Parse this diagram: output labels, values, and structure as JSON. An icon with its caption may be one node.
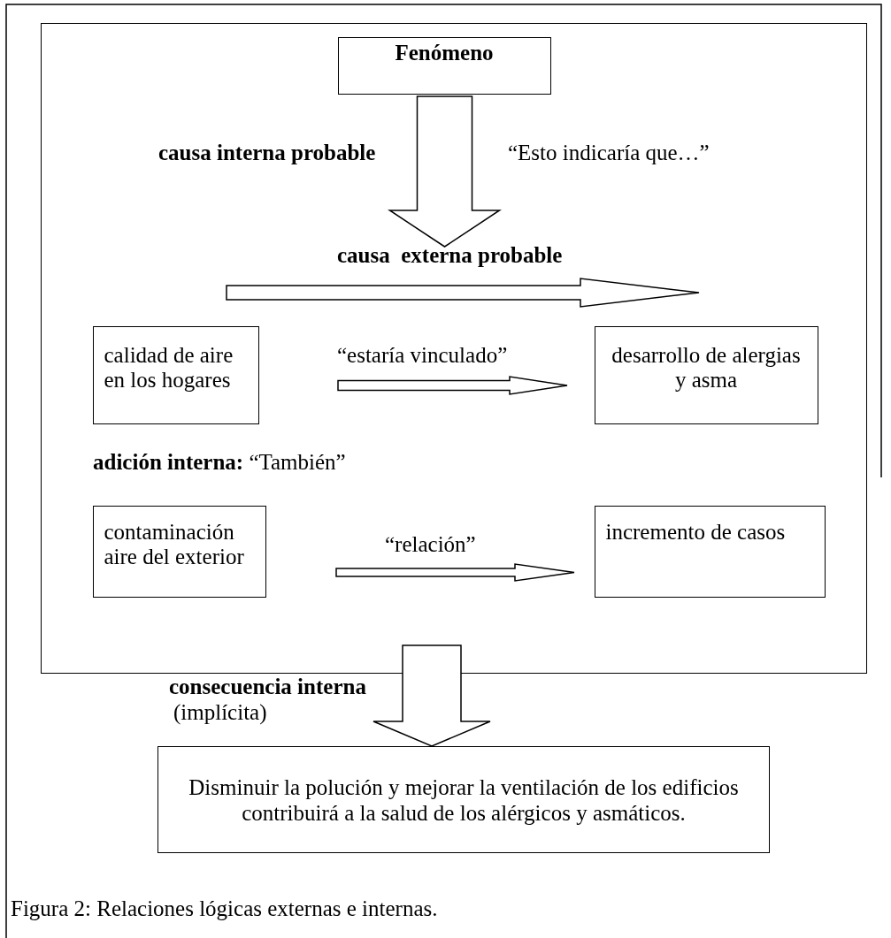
{
  "diagram": {
    "caption": "Figura 2: Relaciones lógicas externas e internas.",
    "nodes": [
      {
        "text": [],
        "shape": "box"
      },
      {
        "text": [
          "Fenómeno"
        ],
        "in": 0
      },
      {
        "text": [
          "calidad de aire en los hogares"
        ],
        "in": 0
      },
      {
        "text": [
          "desarrollo de alergias y asma"
        ],
        "in": 0
      },
      {
        "text": [
          "contaminación aire del exterior"
        ],
        "in": 0
      },
      {
        "text": [
          "incremento de casos"
        ],
        "in": 0
      },
      {
        "text": [
          "Disminuir la polución y mejorar la ventilación de los edificios contribuirá a la salud de los alérgicos y asmáticos."
        ]
      }
    ],
    "edges": [
      {
        "from": 1,
        "to": null,
        "arrow": "to"
      },
      {
        "from": 2,
        "to": 3,
        "arrow": "to",
        "label": "“estaría vinculado”"
      },
      {
        "from": 4,
        "to": 5,
        "arrow": "to",
        "label": "“relación”"
      },
      {
        "from": 0,
        "to": 6,
        "arrow": "to"
      }
    ],
    "labels": [
      "causa interna probable",
      "“Esto indicaría que…”",
      "causa  externa probable",
      "**adición interna:** “También”",
      "consecuencia interna",
      "(implícita)"
    ]
  }
}
